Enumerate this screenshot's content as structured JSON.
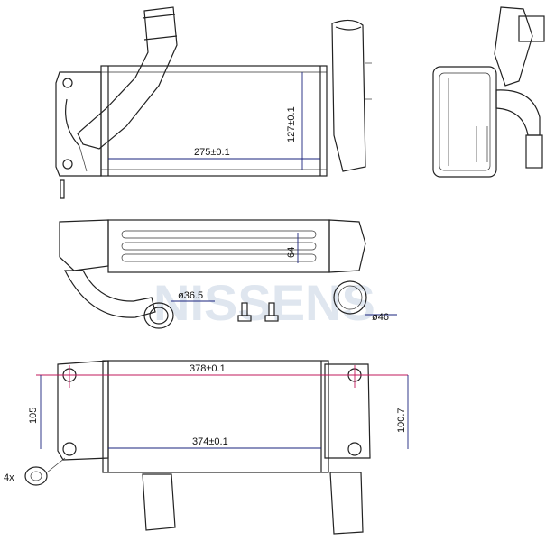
{
  "watermark": "NISSENS",
  "dimensions": {
    "top_width": "275±0.1",
    "top_height": "127±0.1",
    "mid_core": "64",
    "inlet_dia": "ø36.5",
    "outlet_dia": "ø46",
    "bottom_overall": "378±0.1",
    "bottom_core": "374±0.1",
    "left_height": "105",
    "right_height": "100.7"
  },
  "parts_note": "4x",
  "colors": {
    "line": "#222222",
    "dimension_red": "#c2185b",
    "watermark": "#dfe6ef"
  }
}
